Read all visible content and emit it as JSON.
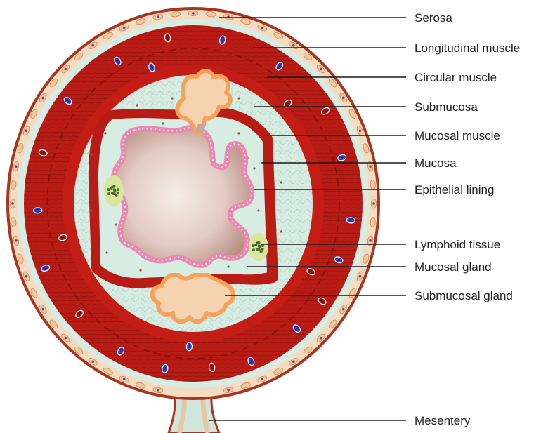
{
  "diagram": {
    "labels": [
      {
        "id": "serosa",
        "text": "Serosa"
      },
      {
        "id": "longitudinal-muscle",
        "text": "Longitudinal muscle"
      },
      {
        "id": "circular-muscle",
        "text": "Circular muscle"
      },
      {
        "id": "submucosa",
        "text": "Submucosa"
      },
      {
        "id": "mucosal-muscle",
        "text": "Mucosal muscle"
      },
      {
        "id": "mucosa",
        "text": "Mucosa"
      },
      {
        "id": "epithelial-lining",
        "text": "Epithelial lining"
      },
      {
        "id": "lymphoid-tissue",
        "text": "Lymphoid tissue"
      },
      {
        "id": "mucosal-gland",
        "text": "Mucosal gland"
      },
      {
        "id": "submucosal-gland",
        "text": "Submucosal gland"
      },
      {
        "id": "mesentery",
        "text": "Mesentery"
      }
    ],
    "colors": {
      "serosa_fill": "#f3dcc2",
      "serosa_outline": "#a8361f",
      "muscle": "#b81c14",
      "muscle_dark": "#8c100b",
      "submucosa": "#d7ece3",
      "lumen": "#c7a59b",
      "lumen_center": "#f5ece7",
      "epithelium": "#e88ab0",
      "gland": "#f4a25c",
      "lymphoid": "#d9e79c",
      "vessel_blue": "#2a36b8",
      "leader": "#1a1a1a"
    }
  }
}
